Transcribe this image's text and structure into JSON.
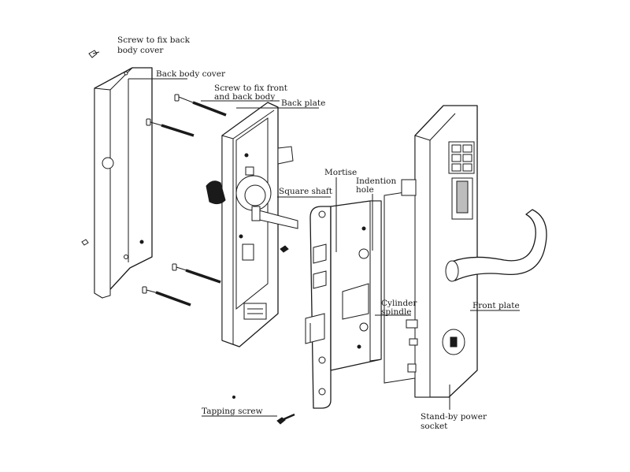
{
  "labels": {
    "screw_back_cover_1": "Screw to fix back",
    "screw_back_cover_2": "body cover",
    "back_body_cover": "Back body cover",
    "screw_front_back_1": "Screw to fix front",
    "screw_front_back_2": "and back body",
    "back_plate": "Back plate",
    "square_shaft": "Square shaft",
    "mortise": "Mortise",
    "indention_hole_1": "Indention",
    "indention_hole_2": "hole",
    "cylinder_spindle_1": "Cylinder",
    "cylinder_spindle_2": "spindle",
    "front_plate": "Front plate",
    "tapping_screw": "Tapping screw",
    "standby_socket_1": "Stand-by power",
    "standby_socket_2": "socket"
  },
  "colors": {
    "ink": "#1a1a1a",
    "background": "#ffffff"
  }
}
